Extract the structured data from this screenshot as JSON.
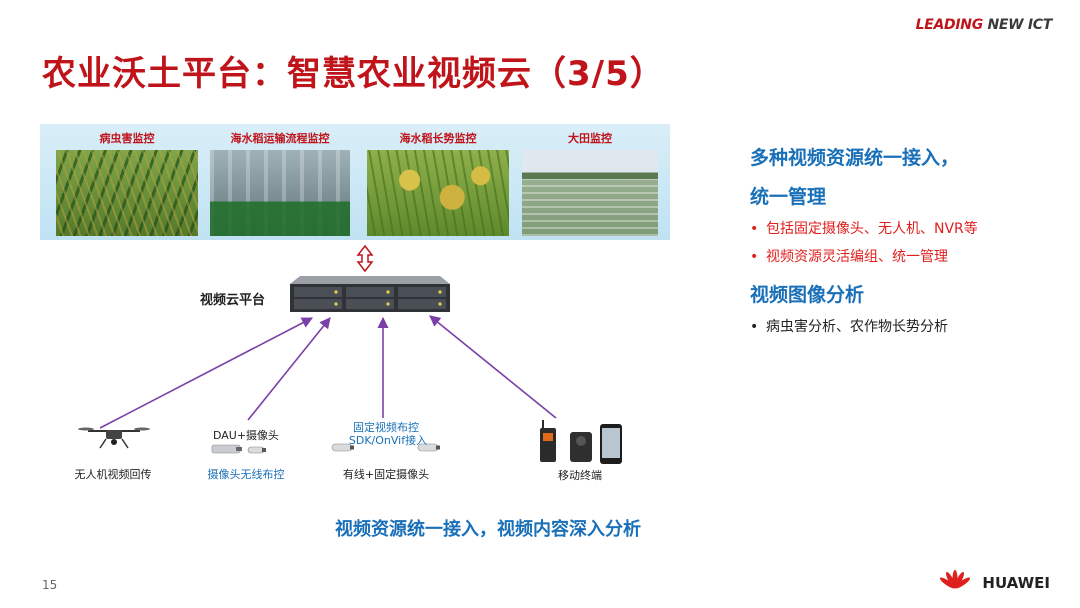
{
  "header": {
    "title": "农业沃土平台：智慧农业视频云（3/5）",
    "brand_leading": "LEADING",
    "brand_new_ict": " NEW ICT"
  },
  "photos": [
    {
      "label": "病虫害监控"
    },
    {
      "label": "海水稻运输流程监控"
    },
    {
      "label": "海水稻长势监控"
    },
    {
      "label": "大田监控"
    }
  ],
  "diagram": {
    "platform_label": "视频云平台",
    "sources": {
      "drone": "无人机视频回传",
      "dau": "DAU+摄像头",
      "wireless": "摄像头无线布控",
      "fixed_top_1": "固定视频布控",
      "fixed_top_2": "SDK/OnVif接入",
      "wired": "有线+固定摄像头",
      "mobile": "移动终端"
    },
    "bottom_tagline": "视频资源统一接入，视频内容深入分析"
  },
  "right_panel": {
    "heading1_line1": "多种视频资源统一接入，",
    "heading1_line2": "统一管理",
    "bullets1": [
      "包括固定摄像头、无人机、NVR等",
      "视频资源灵活编组、统一管理"
    ],
    "heading2": "视频图像分析",
    "bullets2": [
      "病虫害分析、农作物长势分析"
    ]
  },
  "footer": {
    "page_number": "15",
    "logo_text": "HUAWEI"
  },
  "colors": {
    "title_red": "#c0141b",
    "accent_blue": "#1a70b8",
    "bullet_red": "#e0201f",
    "arrow_purple": "#7b3fa8"
  }
}
